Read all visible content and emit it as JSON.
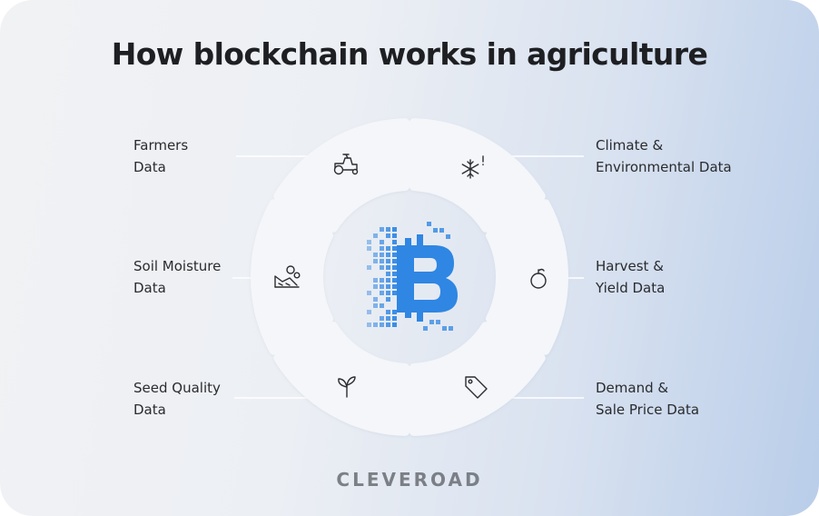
{
  "title": "How blockchain works in agriculture",
  "center_icon": "blockchain-bitcoin-icon",
  "nodes": [
    {
      "line1": "Farmers",
      "line2": "Data",
      "icon": "tractor-icon"
    },
    {
      "line1": "Climate &",
      "line2": "Environmental Data",
      "icon": "snowflake-alert-icon"
    },
    {
      "line1": "Soil Moisture",
      "line2": "Data",
      "icon": "soil-icon"
    },
    {
      "line1": "Harvest &",
      "line2": "Yield Data",
      "icon": "apple-icon"
    },
    {
      "line1": "Seed Quality",
      "line2": "Data",
      "icon": "sprout-icon"
    },
    {
      "line1": "Demand &",
      "line2": "Sale Price Data",
      "icon": "price-tag-icon"
    }
  ],
  "brand": "CLEVEROAD",
  "colors": {
    "accent": "#2f86e3",
    "segment": "#f4f6fa",
    "text": "#2a2b2e"
  }
}
